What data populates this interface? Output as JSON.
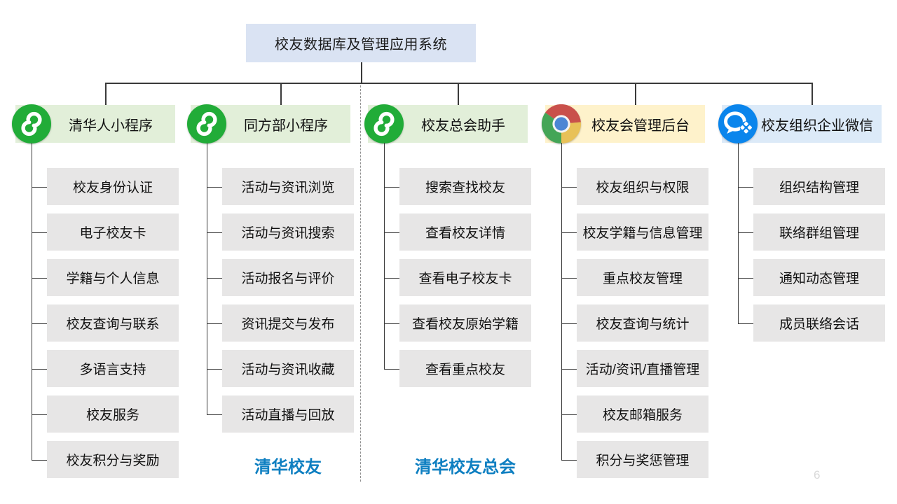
{
  "root": {
    "title": "校友数据库及管理应用系统"
  },
  "columns": [
    {
      "header": "清华人小程序",
      "theme": "green",
      "icon": "wechat-miniprogram-icon",
      "items": [
        "校友身份认证",
        "电子校友卡",
        "学籍与个人信息",
        "校友查询与联系",
        "多语言支持",
        "校友服务",
        "校友积分与奖励"
      ]
    },
    {
      "header": "同方部小程序",
      "theme": "green",
      "icon": "wechat-miniprogram-icon",
      "items": [
        "活动与资讯浏览",
        "活动与资讯搜索",
        "活动报名与评价",
        "资讯提交与发布",
        "活动与资讯收藏",
        "活动直播与回放"
      ]
    },
    {
      "header": "校友总会助手",
      "theme": "green",
      "icon": "wechat-miniprogram-icon",
      "items": [
        "搜索查找校友",
        "查看校友详情",
        "查看电子校友卡",
        "查看校友原始学籍",
        "查看重点校友"
      ]
    },
    {
      "header": "校友会管理后台",
      "theme": "yellow",
      "icon": "chrome-icon",
      "items": [
        "校友组织与权限",
        "校友学籍与信息管理",
        "重点校友管理",
        "校友查询与统计",
        "活动/资讯/直播管理",
        "校友邮箱服务",
        "积分与奖惩管理"
      ]
    },
    {
      "header": "校友组织企业微信",
      "theme": "blue",
      "icon": "wecom-icon",
      "items": [
        "组织结构管理",
        "联络群组管理",
        "通知动态管理",
        "成员联络会话"
      ]
    }
  ],
  "footer_labels": [
    {
      "text": "清华校友",
      "column_index": 1
    },
    {
      "text": "清华校友总会",
      "column_index": 2
    }
  ],
  "page_number": "6",
  "colors": {
    "root_bg": "#dae3f3",
    "green_header_bg": "#e2efd9",
    "yellow_header_bg": "#fef2cb",
    "blue_header_bg": "#dceaf8",
    "item_bg": "#e7e6e6",
    "miniprogram_green": "#21ac38",
    "wecom_blue": "#0a85ec",
    "footer_text_blue": "#0e7fc1"
  }
}
